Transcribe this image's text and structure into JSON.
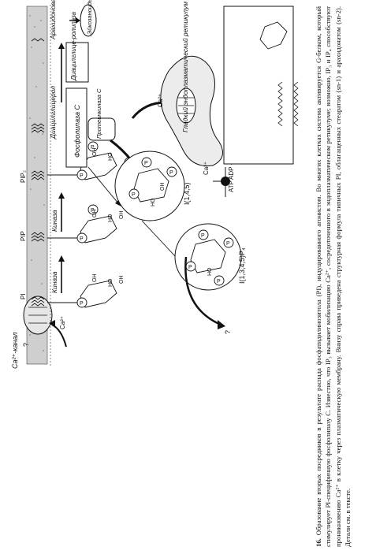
{
  "figure": {
    "membrane_labels": {
      "ca_channel_left": "Ca²⁺-канал",
      "ca_ion": "Ca²⁺",
      "question_mark": "?"
    },
    "lipids": {
      "pi": "PI",
      "pip": "PIP",
      "pip2": "PIP₂"
    },
    "enzymes": {
      "kinase_1": "Киназа",
      "kinase_2": "Киназа",
      "phospholipase_c": "Фосфолипаза С",
      "diacylglycerol": "Диацилглицерол",
      "diacylglycerol_lipase": "Диацилглице-ролипаза",
      "protein_kinase_c": "Протеинкиназа С",
      "arachidonic_acid": "Арахидоновая кислота",
      "eicosanoids": "Эйкозаноиды"
    },
    "messengers": {
      "ip3": "I(1,4,5)",
      "ip4": "I(1,3,4,5)P₄"
    },
    "er": {
      "label": "Гладкий эндоплазматический ретикулум",
      "ca_ion": "Ca²⁺",
      "atp": "ATP",
      "adp": "ADP + Pᵢ"
    },
    "phosphate": "P",
    "hydroxyl": "OH",
    "hydroxyl_rev": "HO"
  },
  "caption": {
    "number": "16.",
    "text": "Образование вторых посредников в результате распада фосфатидилинозитола (PI), индуцированного агонистом. Во многих клетках система активируется G-белком, который стимулирует PI-специфичную фосфолипазу С. Известно, что IP₃ вызывает мобилизацию Ca²⁺, сосредоточенного в эндоплазматическом ретикулуме; возможно, IP₃ и IP₄ способствуют проникновению Ca²⁺ в клетку через плазматическую мембрану. Внизу справа приведена структурная формула типичных PI, облагащенных стеаратом (sn-1) и арахидонатом (sn-2). Детали см. в тексте."
  }
}
